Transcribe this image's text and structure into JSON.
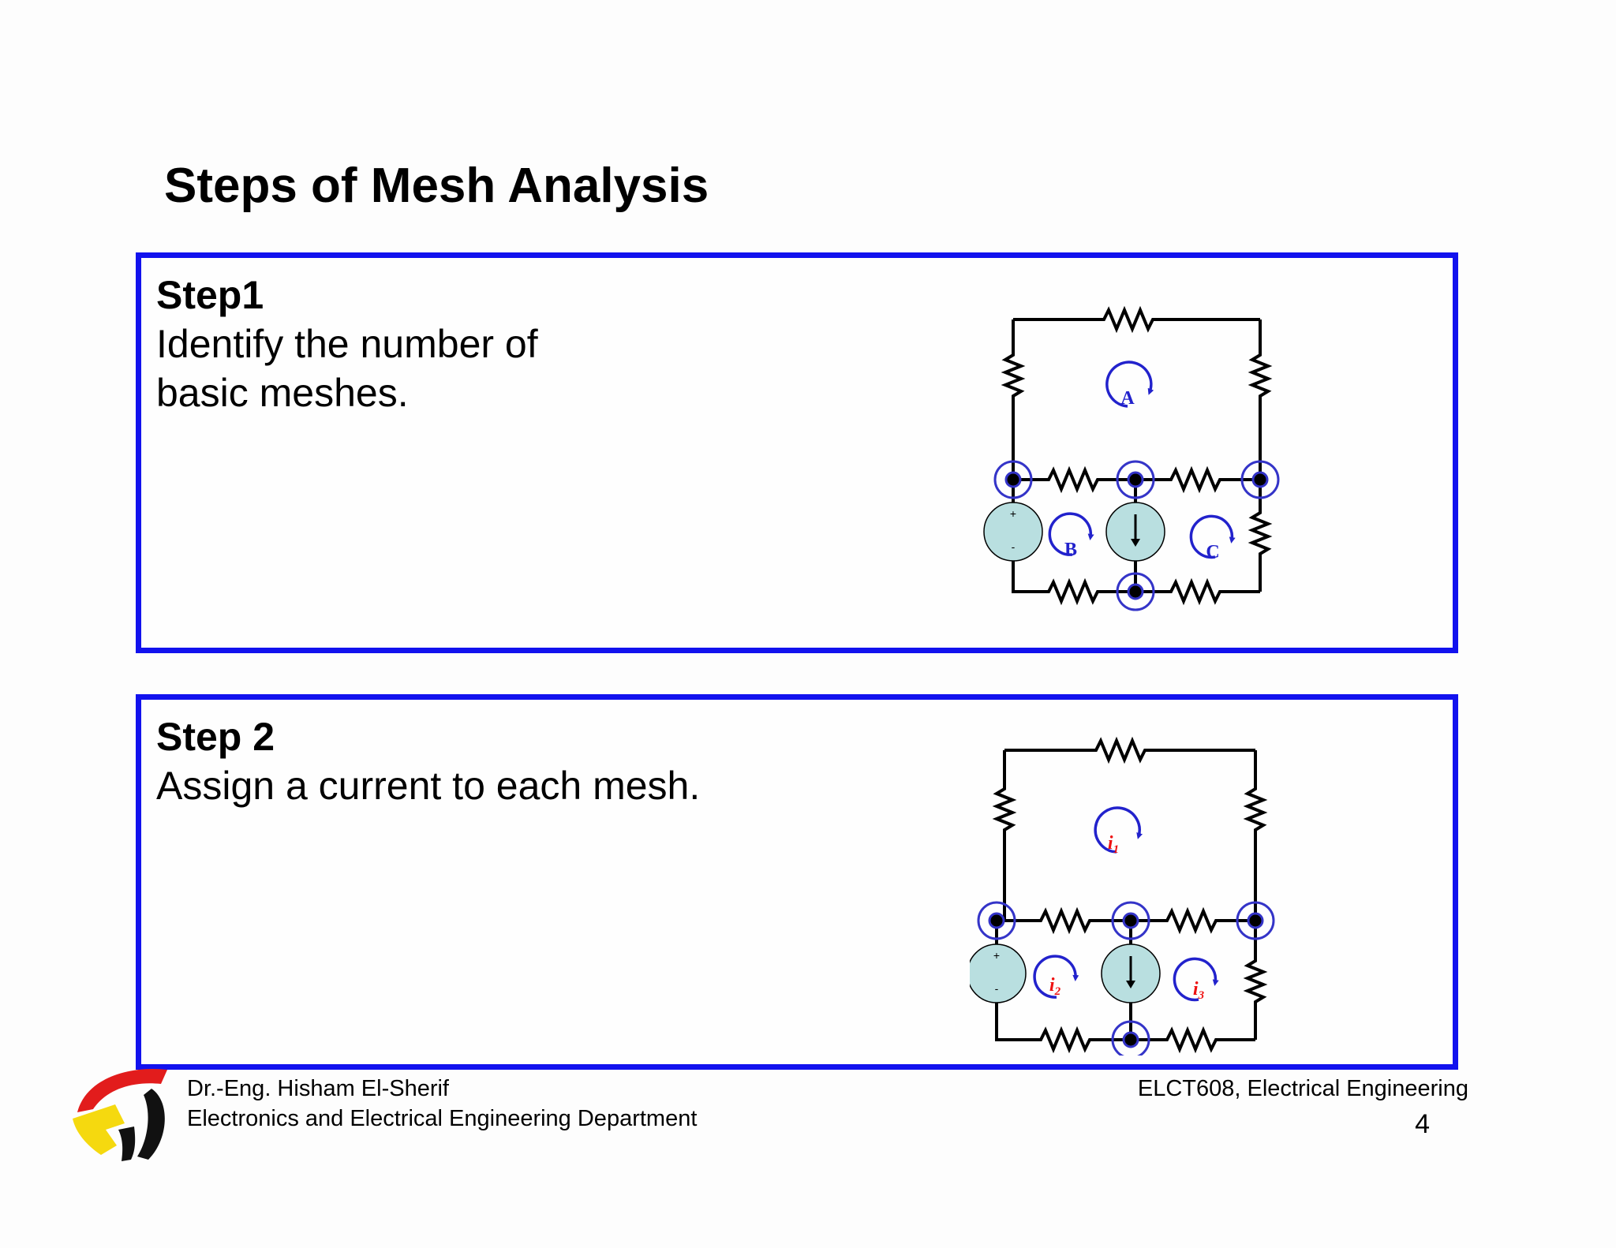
{
  "slide": {
    "title": "Steps of Mesh Analysis",
    "accent_color": "#1212ee",
    "current_label_color": "#ee1111",
    "source_fill": "#b9dfe0"
  },
  "step1": {
    "heading": "Step1",
    "text": "Identify the number of basic meshes.",
    "mesh_labels": [
      "A",
      "B",
      "C"
    ],
    "source_plus": "+",
    "source_minus": "-"
  },
  "step2": {
    "heading": "Step 2",
    "text": "Assign a current to each mesh.",
    "mesh_labels": [
      {
        "symbol": "i",
        "subscript": "1"
      },
      {
        "symbol": "i",
        "subscript": "2"
      },
      {
        "symbol": "i",
        "subscript": "3"
      }
    ],
    "source_plus": "+",
    "source_minus": "-"
  },
  "footer": {
    "author": "Dr.-Eng. Hisham El-Sherif",
    "department": "Electronics and Electrical Engineering Department",
    "course": "ELCT608, Electrical Engineering",
    "page_number": "4"
  },
  "icons": {
    "logo": "university-logo-icon",
    "mesh_arrow": "clockwise-arrow-icon",
    "current_source_arrow": "down-arrow-icon"
  }
}
